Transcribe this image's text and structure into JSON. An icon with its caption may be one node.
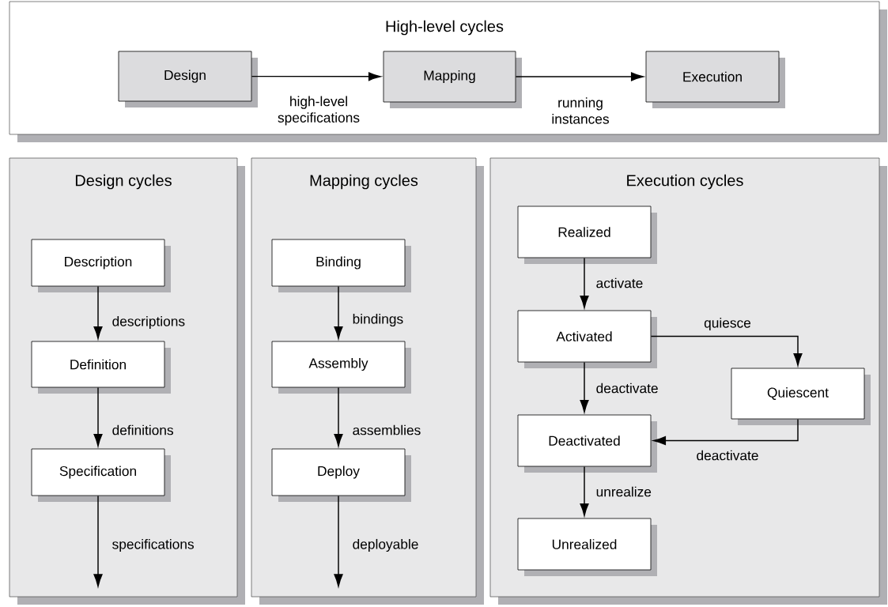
{
  "diagram": {
    "nodes": [
      {
        "text": [
          "High-level cycles"
        ]
      },
      {
        "text": [
          "Design"
        ],
        "in": 0
      },
      {
        "text": [
          "Mapping"
        ],
        "in": 0
      },
      {
        "text": [
          "Execution"
        ],
        "in": 0
      },
      {
        "text": [
          "Design cycles"
        ]
      },
      {
        "text": [
          "Description"
        ],
        "in": 4
      },
      {
        "text": [
          "Definition"
        ],
        "in": 4
      },
      {
        "text": [
          "Specification"
        ],
        "in": 4
      },
      {
        "text": [
          "Mapping cycles"
        ]
      },
      {
        "text": [
          "Binding"
        ],
        "in": 8
      },
      {
        "text": [
          "Assembly"
        ],
        "in": 8
      },
      {
        "text": [
          "Deploy"
        ],
        "in": 8
      },
      {
        "text": [
          "Execution cycles"
        ]
      },
      {
        "text": [
          "Realized"
        ],
        "in": 12
      },
      {
        "text": [
          "Activated"
        ],
        "in": 12
      },
      {
        "text": [
          "Quiescent"
        ],
        "in": 12
      },
      {
        "text": [
          "Deactivated"
        ],
        "in": 12
      },
      {
        "text": [
          "Unrealized"
        ],
        "in": 12
      }
    ],
    "edges": [
      {
        "from": 1,
        "to": 2,
        "arrow": "to",
        "label": "high-level specifications"
      },
      {
        "from": 2,
        "to": 3,
        "arrow": "to",
        "label": "running instances"
      },
      {
        "from": 5,
        "to": 6,
        "arrow": "to",
        "label": "descriptions"
      },
      {
        "from": 6,
        "to": 7,
        "arrow": "to",
        "label": "definitions"
      },
      {
        "from": 7,
        "to": null,
        "arrow": "to",
        "label": "specifications"
      },
      {
        "from": 9,
        "to": 10,
        "arrow": "to",
        "label": "bindings"
      },
      {
        "from": 10,
        "to": 11,
        "arrow": "to",
        "label": "assemblies"
      },
      {
        "from": 11,
        "to": null,
        "arrow": "to",
        "label": "deployable"
      },
      {
        "from": 13,
        "to": 14,
        "arrow": "to",
        "label": "activate"
      },
      {
        "from": 14,
        "to": 15,
        "arrow": "to",
        "label": "quiesce"
      },
      {
        "from": 14,
        "to": 16,
        "arrow": "to",
        "label": "deactivate"
      },
      {
        "from": 15,
        "to": 16,
        "arrow": "to",
        "label": "deactivate"
      },
      {
        "from": 16,
        "to": 17,
        "arrow": "to",
        "label": "unrealize"
      }
    ]
  }
}
